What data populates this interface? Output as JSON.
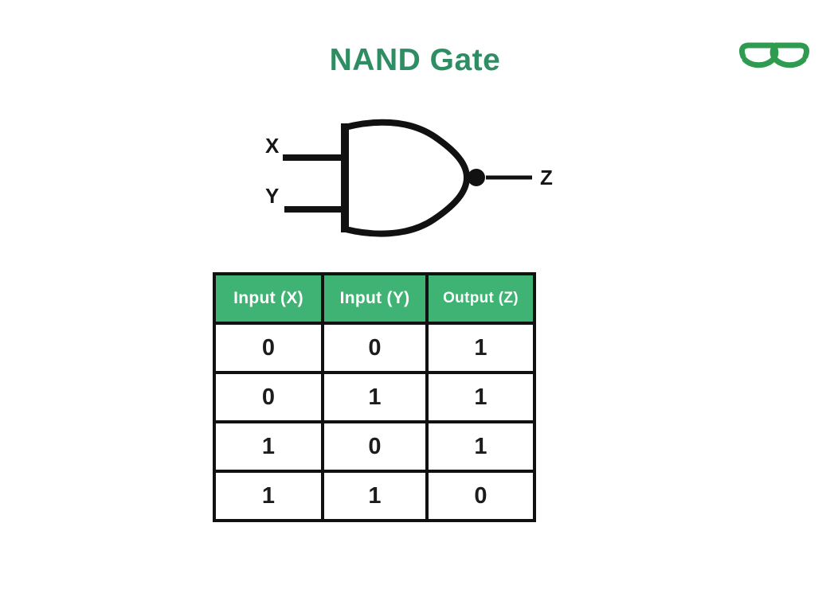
{
  "title": "NAND Gate",
  "logo": {
    "icon": "geeksforgeeks-logo-icon",
    "color": "#2f9b50"
  },
  "colors": {
    "title_text": "#2f8d63",
    "table_header_bg": "#3eb373",
    "table_header_text": "#ffffff",
    "diagram_stroke": "#111111"
  },
  "gate": {
    "type": "NAND",
    "inputs": [
      "X",
      "Y"
    ],
    "output": "Z"
  },
  "truth_table": {
    "headers": [
      "Input (X)",
      "Input (Y)",
      "Output (Z)"
    ],
    "rows": [
      [
        "0",
        "0",
        "1"
      ],
      [
        "0",
        "1",
        "1"
      ],
      [
        "1",
        "0",
        "1"
      ],
      [
        "1",
        "1",
        "0"
      ]
    ]
  }
}
